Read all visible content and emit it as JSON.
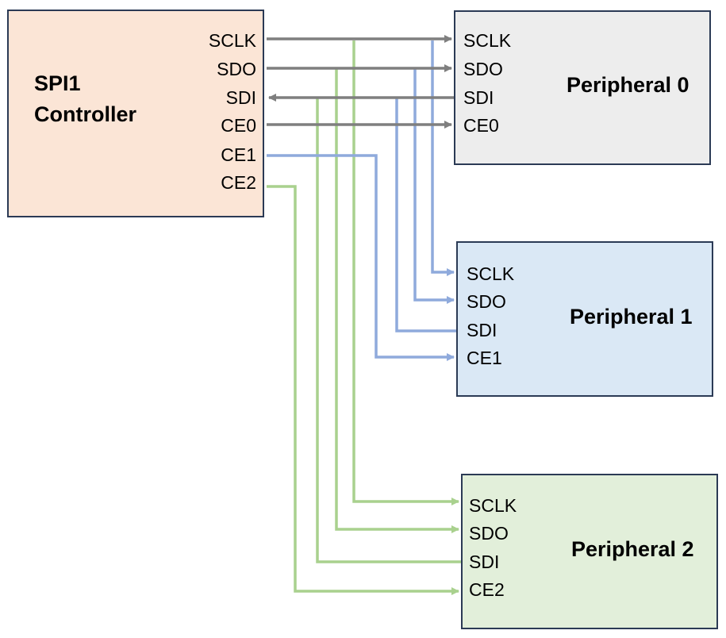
{
  "controller": {
    "title_line1": "SPI1",
    "title_line2": "Controller",
    "pins": [
      "SCLK",
      "SDO",
      "SDI",
      "CE0",
      "CE1",
      "CE2"
    ]
  },
  "peripherals": [
    {
      "title": "Peripheral 0",
      "pins": [
        "SCLK",
        "SDO",
        "SDI",
        "CE0"
      ]
    },
    {
      "title": "Peripheral 1",
      "pins": [
        "SCLK",
        "SDO",
        "SDI",
        "CE1"
      ]
    },
    {
      "title": "Peripheral 2",
      "pins": [
        "SCLK",
        "SDO",
        "SDI",
        "CE2"
      ]
    }
  ],
  "colors": {
    "controller_fill": "#fbe5d6",
    "peripheral0_fill": "#ededed",
    "peripheral1_fill": "#dae8f5",
    "peripheral2_fill": "#e2efda",
    "border": "#2b3a55",
    "wire_peripheral0": "#7f7f7f",
    "wire_peripheral1": "#8faadc",
    "wire_peripheral2": "#a9d18e"
  }
}
